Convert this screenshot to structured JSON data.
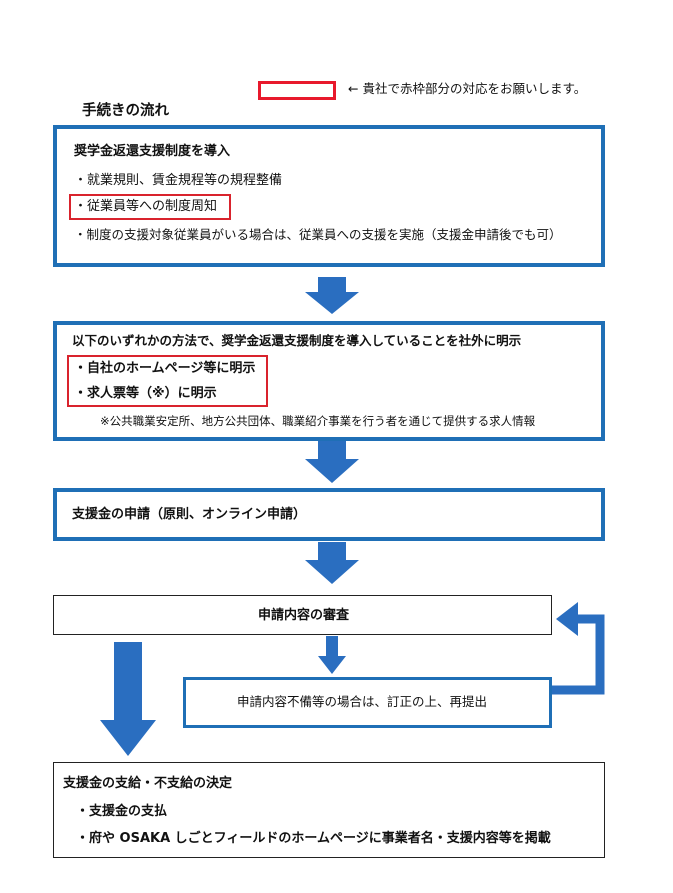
{
  "legend": {
    "text": "← 貴社で赤枠部分の対応をお願いします。",
    "frame_color": "#e8192c"
  },
  "flow": {
    "title": "手続きの流れ",
    "step1": {
      "heading": "奨学金返還支援制度を導入",
      "items": [
        "・就業規則、賃金規程等の規程整備",
        "・従業員等への制度周知",
        "・制度の支援対象従業員がいる場合は、従業員への支援を実施（支援金申請後でも可）"
      ]
    },
    "step2": {
      "heading": "以下のいずれかの方法で、奨学金返還支援制度を導入していることを社外に明示",
      "items": [
        "・自社のホームページ等に明示",
        "・求人票等（※）に明示"
      ],
      "note": "※公共職業安定所、地方公共団体、職業紹介事業を行う者を通じて提供する求人情報"
    },
    "step3": {
      "heading": "支援金の申請（原則、オンライン申請）"
    },
    "step4": {
      "heading": "申請内容の審査"
    },
    "resubmit": {
      "text": "申請内容不備等の場合は、訂正の上、再提出"
    },
    "step5": {
      "heading": "支援金の支給・不支給の決定",
      "items": [
        "・支援金の支払",
        "・府や OSAKA しごとフィールドのホームページに事業者名・支援内容等を掲載"
      ]
    }
  },
  "colors": {
    "accent_blue": "#1f6fb6",
    "highlight_red": "#d9232d",
    "text": "#111111"
  }
}
